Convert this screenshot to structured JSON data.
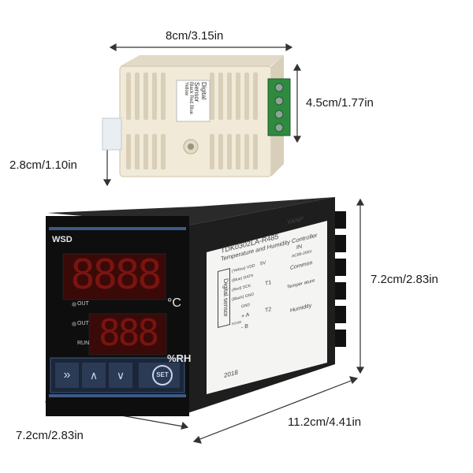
{
  "dimensions": {
    "sensor_width": "8cm/3.15in",
    "sensor_height": "4.5cm/1.77in",
    "sensor_depth": "2.8cm/1.10in",
    "controller_height": "7.2cm/2.83in",
    "controller_width": "7.2cm/2.83in",
    "controller_depth": "11.2cm/4.41in"
  },
  "sensor": {
    "label_line1": "Digital Sensor",
    "label_line2": "Black Red Blue Yellow"
  },
  "controller": {
    "brand": "WSD",
    "unit_temp": "°C",
    "unit_hum": "%RH",
    "out1": "OUT",
    "out2": "OUT",
    "run": "RUN",
    "set_label": "SET",
    "top_display": "8888",
    "bottom_display": "888"
  },
  "side_label": {
    "maker": "YANP",
    "model": "TDK0302LA-R485",
    "title": "Temperature and Humidity Controller",
    "left_box": "Digital sensor",
    "terminals": [
      "(Yellow) VDD",
      "(Blue) DATA",
      "(Red) SCK",
      "(Black) GND",
      "GND",
      "+ A",
      "- B"
    ],
    "voltage": "5V",
    "rs485": "RS485",
    "in_label": "IN",
    "power": "AC85-265V",
    "common": "Common",
    "t1": "T1",
    "t2": "T2",
    "temperature": "Temper ature",
    "humidity": "Humidity",
    "year": "2018"
  },
  "colors": {
    "background": "#ffffff",
    "sensor_body": "#f1ead8",
    "terminal_green": "#2f8a3f",
    "controller_body": "#161616",
    "display_red": "#7a1410",
    "bezel_blue": "#3d5a86"
  }
}
